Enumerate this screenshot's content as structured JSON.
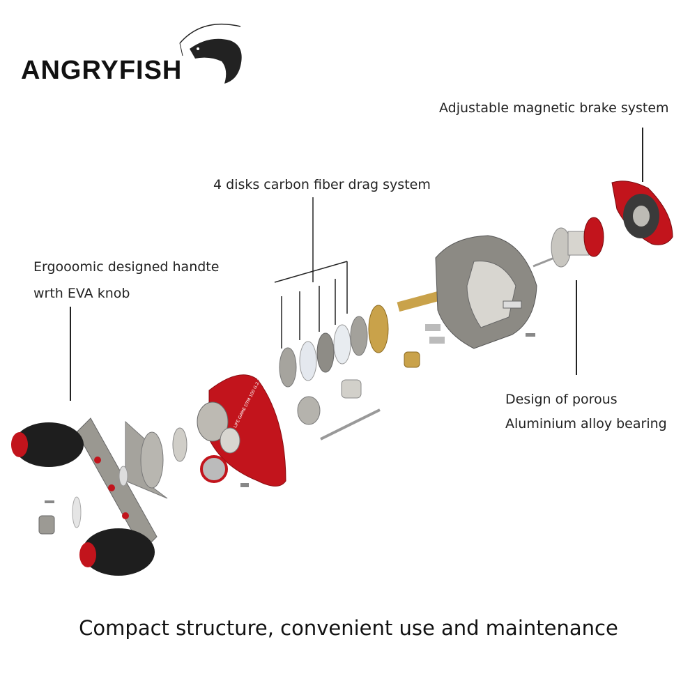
{
  "brand": {
    "name": "ANGRYFISH"
  },
  "labels": {
    "brake": "Adjustable magnetic brake system",
    "drag": "4 disks carbon fiber drag system",
    "handle_line1": "Ergooomic designed handte",
    "handle_line2": "wrth EVA knob",
    "bearing_line1": "Design of porous",
    "bearing_line2": "Aluminium alloy bearing"
  },
  "footer": {
    "tagline": "Compact structure, convenient use and maintenance"
  },
  "part_text": {
    "side_cover_print": "LIFE GAME  DTM 100  G.2.3/100"
  },
  "colors": {
    "accent_red": "#c2141c",
    "metal_gray": "#8c8a84",
    "gold": "#c9a24a",
    "knob_black": "#1e1e1e"
  }
}
